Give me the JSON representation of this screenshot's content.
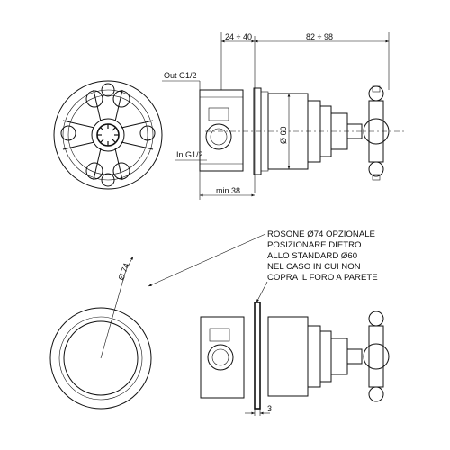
{
  "dimensions": {
    "top_24_40": "24 ÷ 40",
    "top_82_98": "82 ÷ 98",
    "out": "Out G1/2",
    "in": "In G1/2",
    "min38": "min 38",
    "phi60": "Ø 60",
    "phi74": "Ø 74",
    "three": "3"
  },
  "note": {
    "lines": [
      "ROSONE Ø74 OPZIONALE",
      "POSIZIONARE DIETRO",
      "ALLO STANDARD Ø60",
      "NEL CASO IN CUI NON",
      "COPRA IL FORO A PARETE"
    ]
  }
}
